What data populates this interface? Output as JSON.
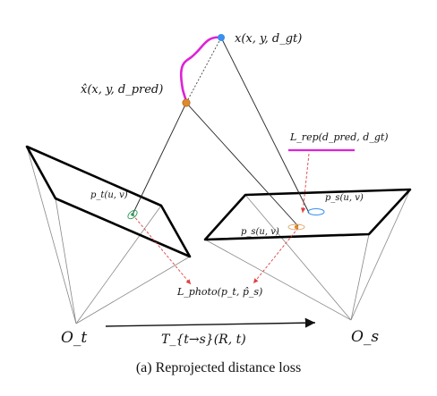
{
  "diagram": {
    "point_gt_label": "x(x, y, d_gt)",
    "point_pred_label": "x̂(x, y, d_pred)",
    "loss_rep_label": "L_rep(d_pred, d_gt)",
    "pixel_target_label": "p_t(u, v)",
    "pixel_source_pred_label": "p_s(u, v)",
    "pixel_source_gt_label": "p_s(u, v)",
    "loss_photo_label": "L_photo(p_t, p̂_s)",
    "camera_target_label": "O_t",
    "camera_source_label": "O_s",
    "transform_label": "T_{t→s}(R, t)",
    "caption": "(a) Reprojected distance loss",
    "colors": {
      "gt_point": "#3a8ff0",
      "pred_point": "#e08a2a",
      "error_curve": "#e020d8",
      "photo_arrow": "#e04040",
      "pixel_target": "#2a9a5a",
      "pixel_source_gt": "#3a8ff0",
      "pixel_source_pred": "#e08a2a"
    }
  }
}
